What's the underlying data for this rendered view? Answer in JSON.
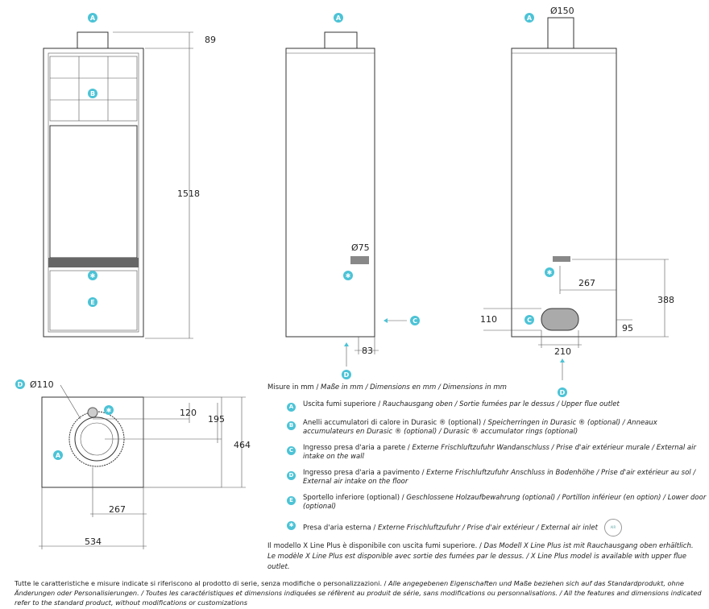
{
  "badges": {
    "A": "A",
    "B": "B",
    "C": "C",
    "D": "D",
    "E": "E",
    "star": "✱"
  },
  "dimensions": {
    "front_top": "89",
    "front_height": "1518",
    "side_inlet_diameter": "Ø75",
    "side_bottom": "83",
    "rear_flue_diameter": "Ø150",
    "rear_267": "267",
    "rear_388": "388",
    "rear_110": "110",
    "rear_95": "95",
    "rear_210": "210",
    "top_flue_diameter": "Ø110",
    "top_120": "120",
    "top_195": "195",
    "top_464": "464",
    "top_267": "267",
    "top_534": "534"
  },
  "legend": {
    "title_it": "Misure in mm / ",
    "title_rest": "Maße in mm / Dimensions en mm / Dimensions in mm",
    "items": [
      {
        "badge": "A",
        "it": "Uscita fumi superiore / ",
        "rest": "Rauchausgang oben  / Sortie fumées par le dessus / Upper flue outlet"
      },
      {
        "badge": "B",
        "it": "Anelli accumulatori di calore in Durasic ® (optional)  / ",
        "rest": "Speicherringen in Durasic ® (optional) / Anneaux accumulateurs en Durasic ® (optional)  / Durasic ®  accumulator rings (optional)"
      },
      {
        "badge": "C",
        "it": "Ingresso presa d'aria a parete / ",
        "rest": "Externe Frischluftzufuhr Wandanschluss / Prise d'air extérieur murale / External air intake on the wall"
      },
      {
        "badge": "D",
        "it": "Ingresso presa d'aria a pavimento / ",
        "rest": "Externe Frischluftzufuhr Anschluss in Bodenhöhe / Prise d'air extérieur au sol  / External air intake on the floor"
      },
      {
        "badge": "E",
        "it": "Sportello inferiore (optional) / ",
        "rest": "Geschlossene Holzaufbewahrung (optional) / Portillon inférieur (en option) / Lower door (optional)"
      },
      {
        "badge": "✱",
        "it": "Presa d'aria esterna / ",
        "rest": "Externe Frischluftzufuhr / Prise d'air extérieur / External air inlet"
      }
    ],
    "air_logo": "AIR"
  },
  "note": {
    "line1_a": "Il modello X Line Plus è disponibile con uscita fumi superiore. / ",
    "line1_b": "Das Modell X Line Plus ist mit Rauchausgang oben erhältlich.",
    "line2": "Le modèle X Line Plus est disponible avec sortie des fumées par le dessus. / X Line Plus model is available with upper flue outlet."
  },
  "footer": {
    "a": "Tutte le caratteristiche e misure indicate si riferiscono al prodotto di serie, senza modifiche o personalizzazioni. / ",
    "b": "Alle angegebenen Eigenschaften und Maße beziehen sich auf das Standardprodukt, ohne Änderungen oder Personalisierungen. / Toutes les caractéristiques et dimensions indiquées se réfèrent au produit de série, sans modifications ou personnalisations. / All the features and dimensions indicated refer to the standard product, without modifications or customizations"
  }
}
